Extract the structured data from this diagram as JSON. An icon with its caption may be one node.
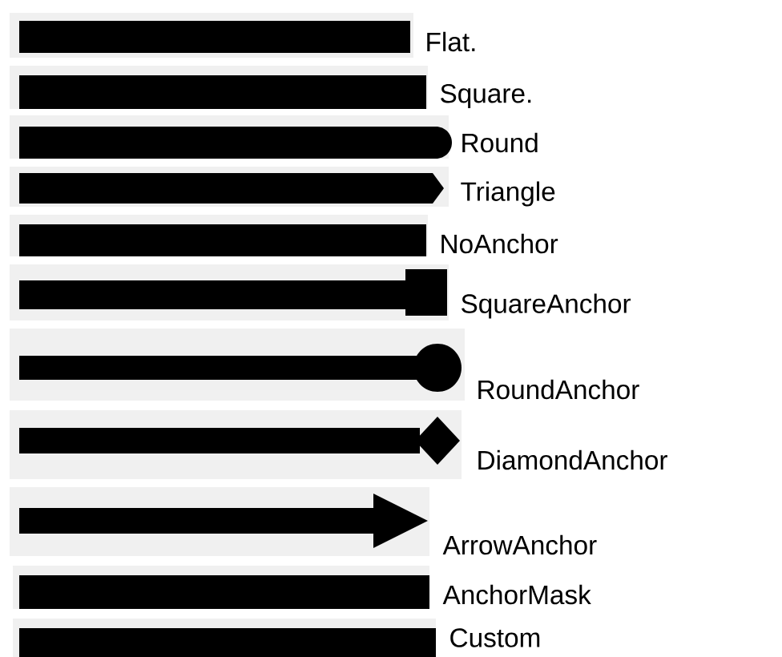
{
  "diagram": {
    "labels": [
      "Flat.",
      "Square.",
      "Round",
      "Triangle",
      "NoAnchor",
      "SquareAnchor",
      "RoundAnchor",
      "DiamondAnchor",
      "ArrowAnchor",
      "AnchorMask",
      "Custom"
    ]
  }
}
